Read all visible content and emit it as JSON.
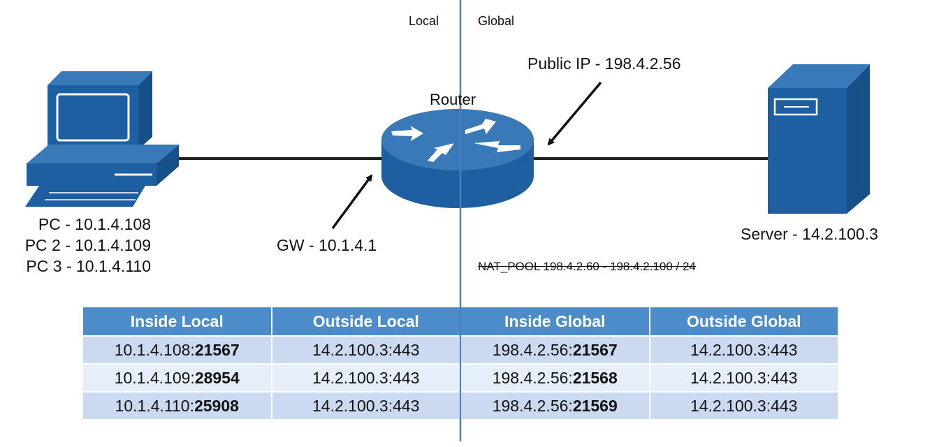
{
  "zones": {
    "local": "Local",
    "global": "Global"
  },
  "router": {
    "title": "Router"
  },
  "labels": {
    "public_ip": "Public IP - 198.4.2.56",
    "gateway": "GW - 10.1.4.1",
    "server": "Server - 14.2.100.3",
    "nat_pool": "NAT_POOL 198.4.2.60 - 198.4.2.100 / 24"
  },
  "pcs": [
    "PC - 10.1.4.108",
    "PC 2 - 10.1.4.109",
    "PC 3 - 10.1.4.110"
  ],
  "icons": [
    "computer-icon",
    "router-icon",
    "server-icon",
    "arrow-icon"
  ],
  "colors": {
    "device_blue": "#1d5fa0",
    "header_blue": "#4d8ccb",
    "divider_blue": "#4a80c0"
  },
  "nat_table": {
    "headers": [
      "Inside Local",
      "Outside Local",
      "Inside Global",
      "Outside Global"
    ],
    "rows": [
      {
        "inside_local_ip": "10.1.4.108:",
        "inside_local_port": "21567",
        "outside_local": "14.2.100.3:443",
        "inside_global_ip": "198.4.2.56:",
        "inside_global_port": "21567",
        "outside_global": "14.2.100.3:443"
      },
      {
        "inside_local_ip": "10.1.4.109:",
        "inside_local_port": "28954",
        "outside_local": "14.2.100.3:443",
        "inside_global_ip": "198.4.2.56:",
        "inside_global_port": "21568",
        "outside_global": "14.2.100.3:443"
      },
      {
        "inside_local_ip": "10.1.4.110:",
        "inside_local_port": "25908",
        "outside_local": "14.2.100.3:443",
        "inside_global_ip": "198.4.2.56:",
        "inside_global_port": "21569",
        "outside_global": "14.2.100.3:443"
      }
    ]
  }
}
